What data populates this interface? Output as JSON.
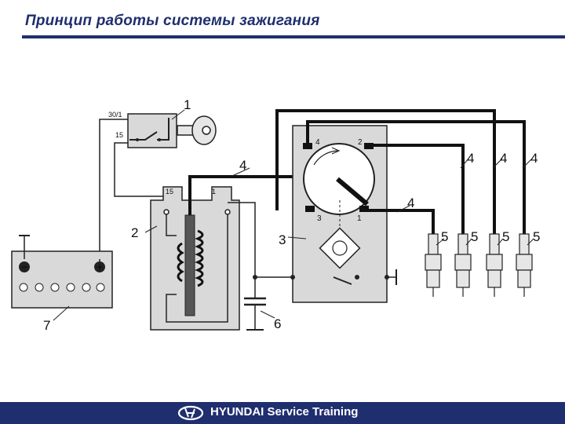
{
  "header": {
    "title": "Принцип работы системы зажигания"
  },
  "footer": {
    "brand": "HYUNDAI",
    "text": "Service Training"
  },
  "diagram": {
    "terminals": {
      "switch_30": "30/1",
      "switch_15": "15",
      "coil_15": "15",
      "coil_1": "1",
      "rotor_1": "1",
      "rotor_2": "2",
      "rotor_3": "3",
      "rotor_4": "4"
    },
    "callouts": {
      "c1": "1",
      "c2": "2",
      "c3": "3",
      "c4a": "4",
      "c4b": "4",
      "c4c": "4",
      "c4d": "4",
      "c4e": "4",
      "c5a": "5",
      "c5b": "5",
      "c5c": "5",
      "c5d": "5",
      "c6": "6",
      "c7": "7"
    },
    "battery": {
      "minus": "−",
      "plus": "+"
    }
  }
}
